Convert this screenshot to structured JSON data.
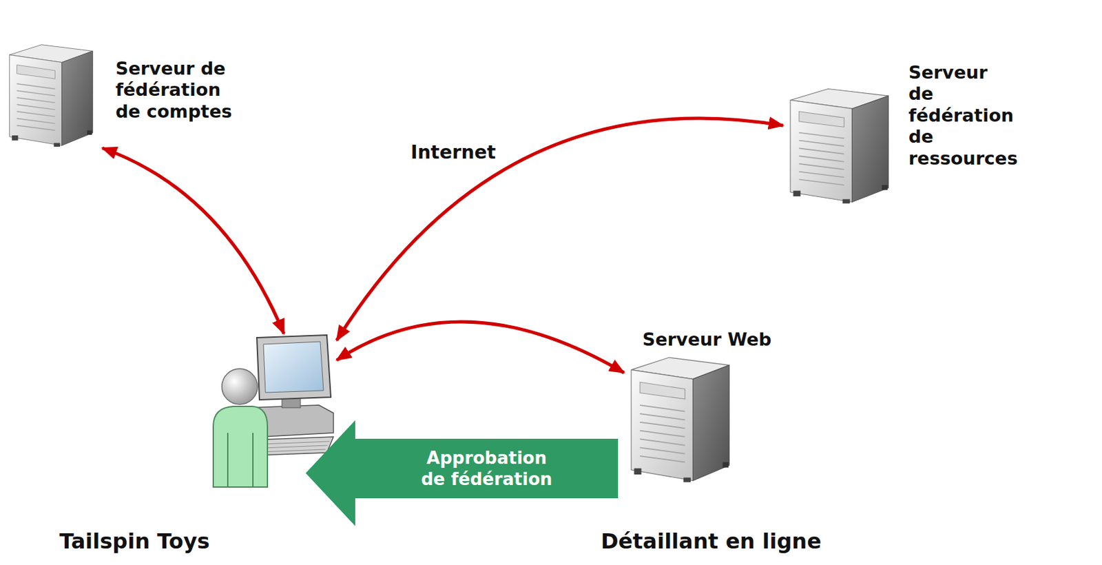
{
  "diagram": {
    "nodes": [
      {
        "text": [
          "Tailspin Toys"
        ]
      },
      {
        "text": [
          "Serveur de fédération de comptes"
        ],
        "in": 0
      },
      {
        "text": [],
        "in": 0
      },
      {
        "text": [
          "Détaillant en ligne"
        ]
      },
      {
        "text": [
          "Serveur de fédération de ressources"
        ],
        "in": 3
      },
      {
        "text": [
          "Serveur Web"
        ],
        "in": 3
      },
      {
        "text": [
          "Approbation de fédération"
        ]
      }
    ],
    "edges": [
      {
        "from": 1,
        "to": 2,
        "arrow": "both"
      },
      {
        "from": 2,
        "to": 4,
        "arrow": "both"
      },
      {
        "from": 2,
        "to": 5,
        "arrow": "both"
      }
    ],
    "labels": [
      "Internet"
    ]
  }
}
